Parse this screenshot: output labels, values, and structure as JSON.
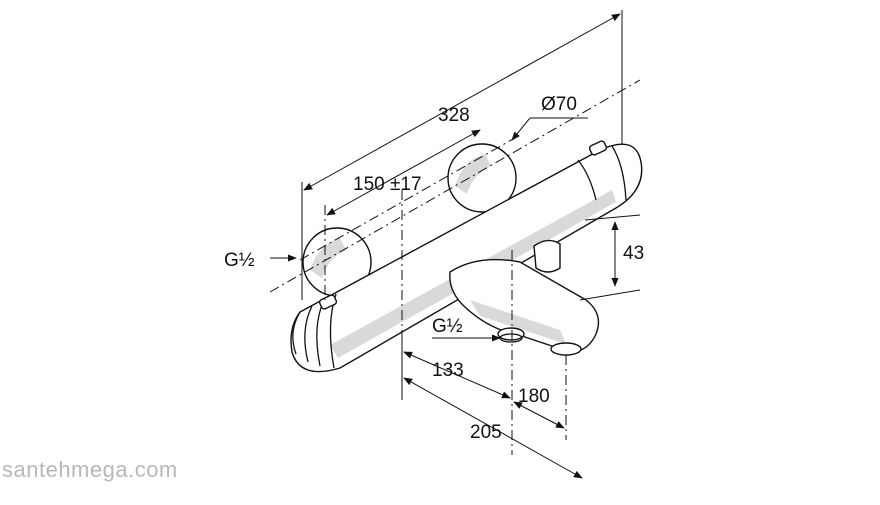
{
  "dimensions": {
    "overall_width": "328",
    "connection_diameter": "Ø70",
    "center_distance": "150 ±17",
    "inlet_thread": "G½",
    "outlet_thread": "G½",
    "outlet_height": "43",
    "outlet_offset": "133",
    "spout_depth": "180",
    "total_depth": "205"
  },
  "watermark": "santehmega.com"
}
